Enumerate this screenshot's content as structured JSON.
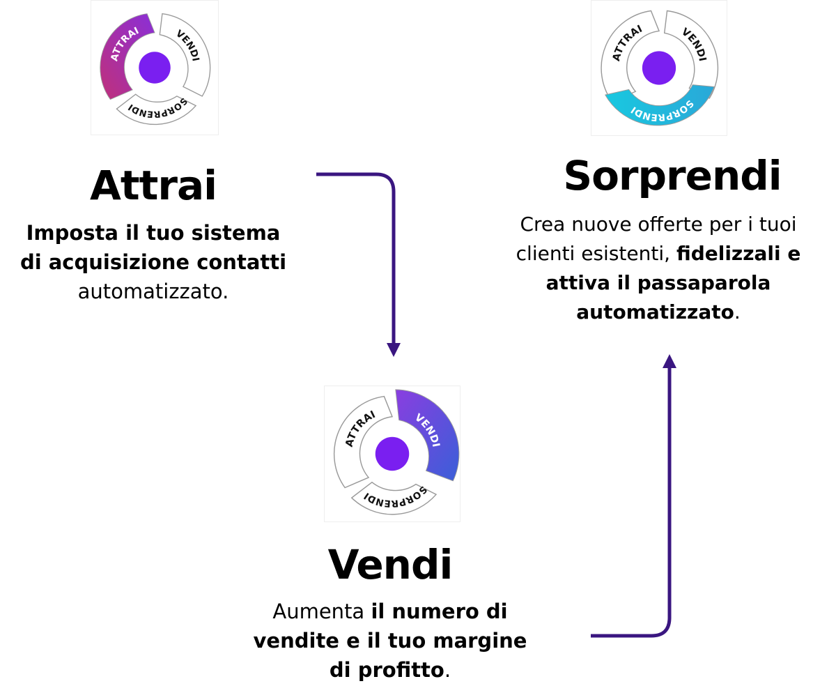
{
  "colors": {
    "arrow": "#3a1680",
    "center_dot": "#7a1ff0",
    "segment_outline": "#9a9a9a",
    "attrai_gradient": [
      "#c0307a",
      "#8a2fd8"
    ],
    "vendi_gradient": [
      "#8a3ee0",
      "#3a5fd8"
    ],
    "sorprendi_gradient": [
      "#19c8e0",
      "#2aa8d8"
    ]
  },
  "icons": {
    "cycle_icon": "three-segment-cycle-icon",
    "arrow_icon": "arrow-connector-icon"
  },
  "cycle_labels": {
    "attrai": "ATTRAI",
    "vendi": "VENDI",
    "sorprendi": "SORPRENDI"
  },
  "steps": {
    "attrai": {
      "title": "Attrai",
      "desc_line1_bold": "Imposta il tuo sistema",
      "desc_line2_bold": "di acquisizione contatti",
      "desc_line3": "automatizzato."
    },
    "vendi": {
      "title": "Vendi",
      "desc_line1_plain": "Aumenta ",
      "desc_line1_bold": "il numero di",
      "desc_line2_bold": "vendite e il tuo margine",
      "desc_line3_bold": "di profitto",
      "desc_line3_plain": "."
    },
    "sorprendi": {
      "title": "Sorprendi",
      "desc_line1": "Crea nuove offerte per i tuoi",
      "desc_line2_plain": "clienti esistenti, ",
      "desc_line2_bold": "fidelizzali e",
      "desc_line3_bold": "attiva il passaparola",
      "desc_line4_bold": "automatizzato",
      "desc_line4_plain": "."
    }
  }
}
